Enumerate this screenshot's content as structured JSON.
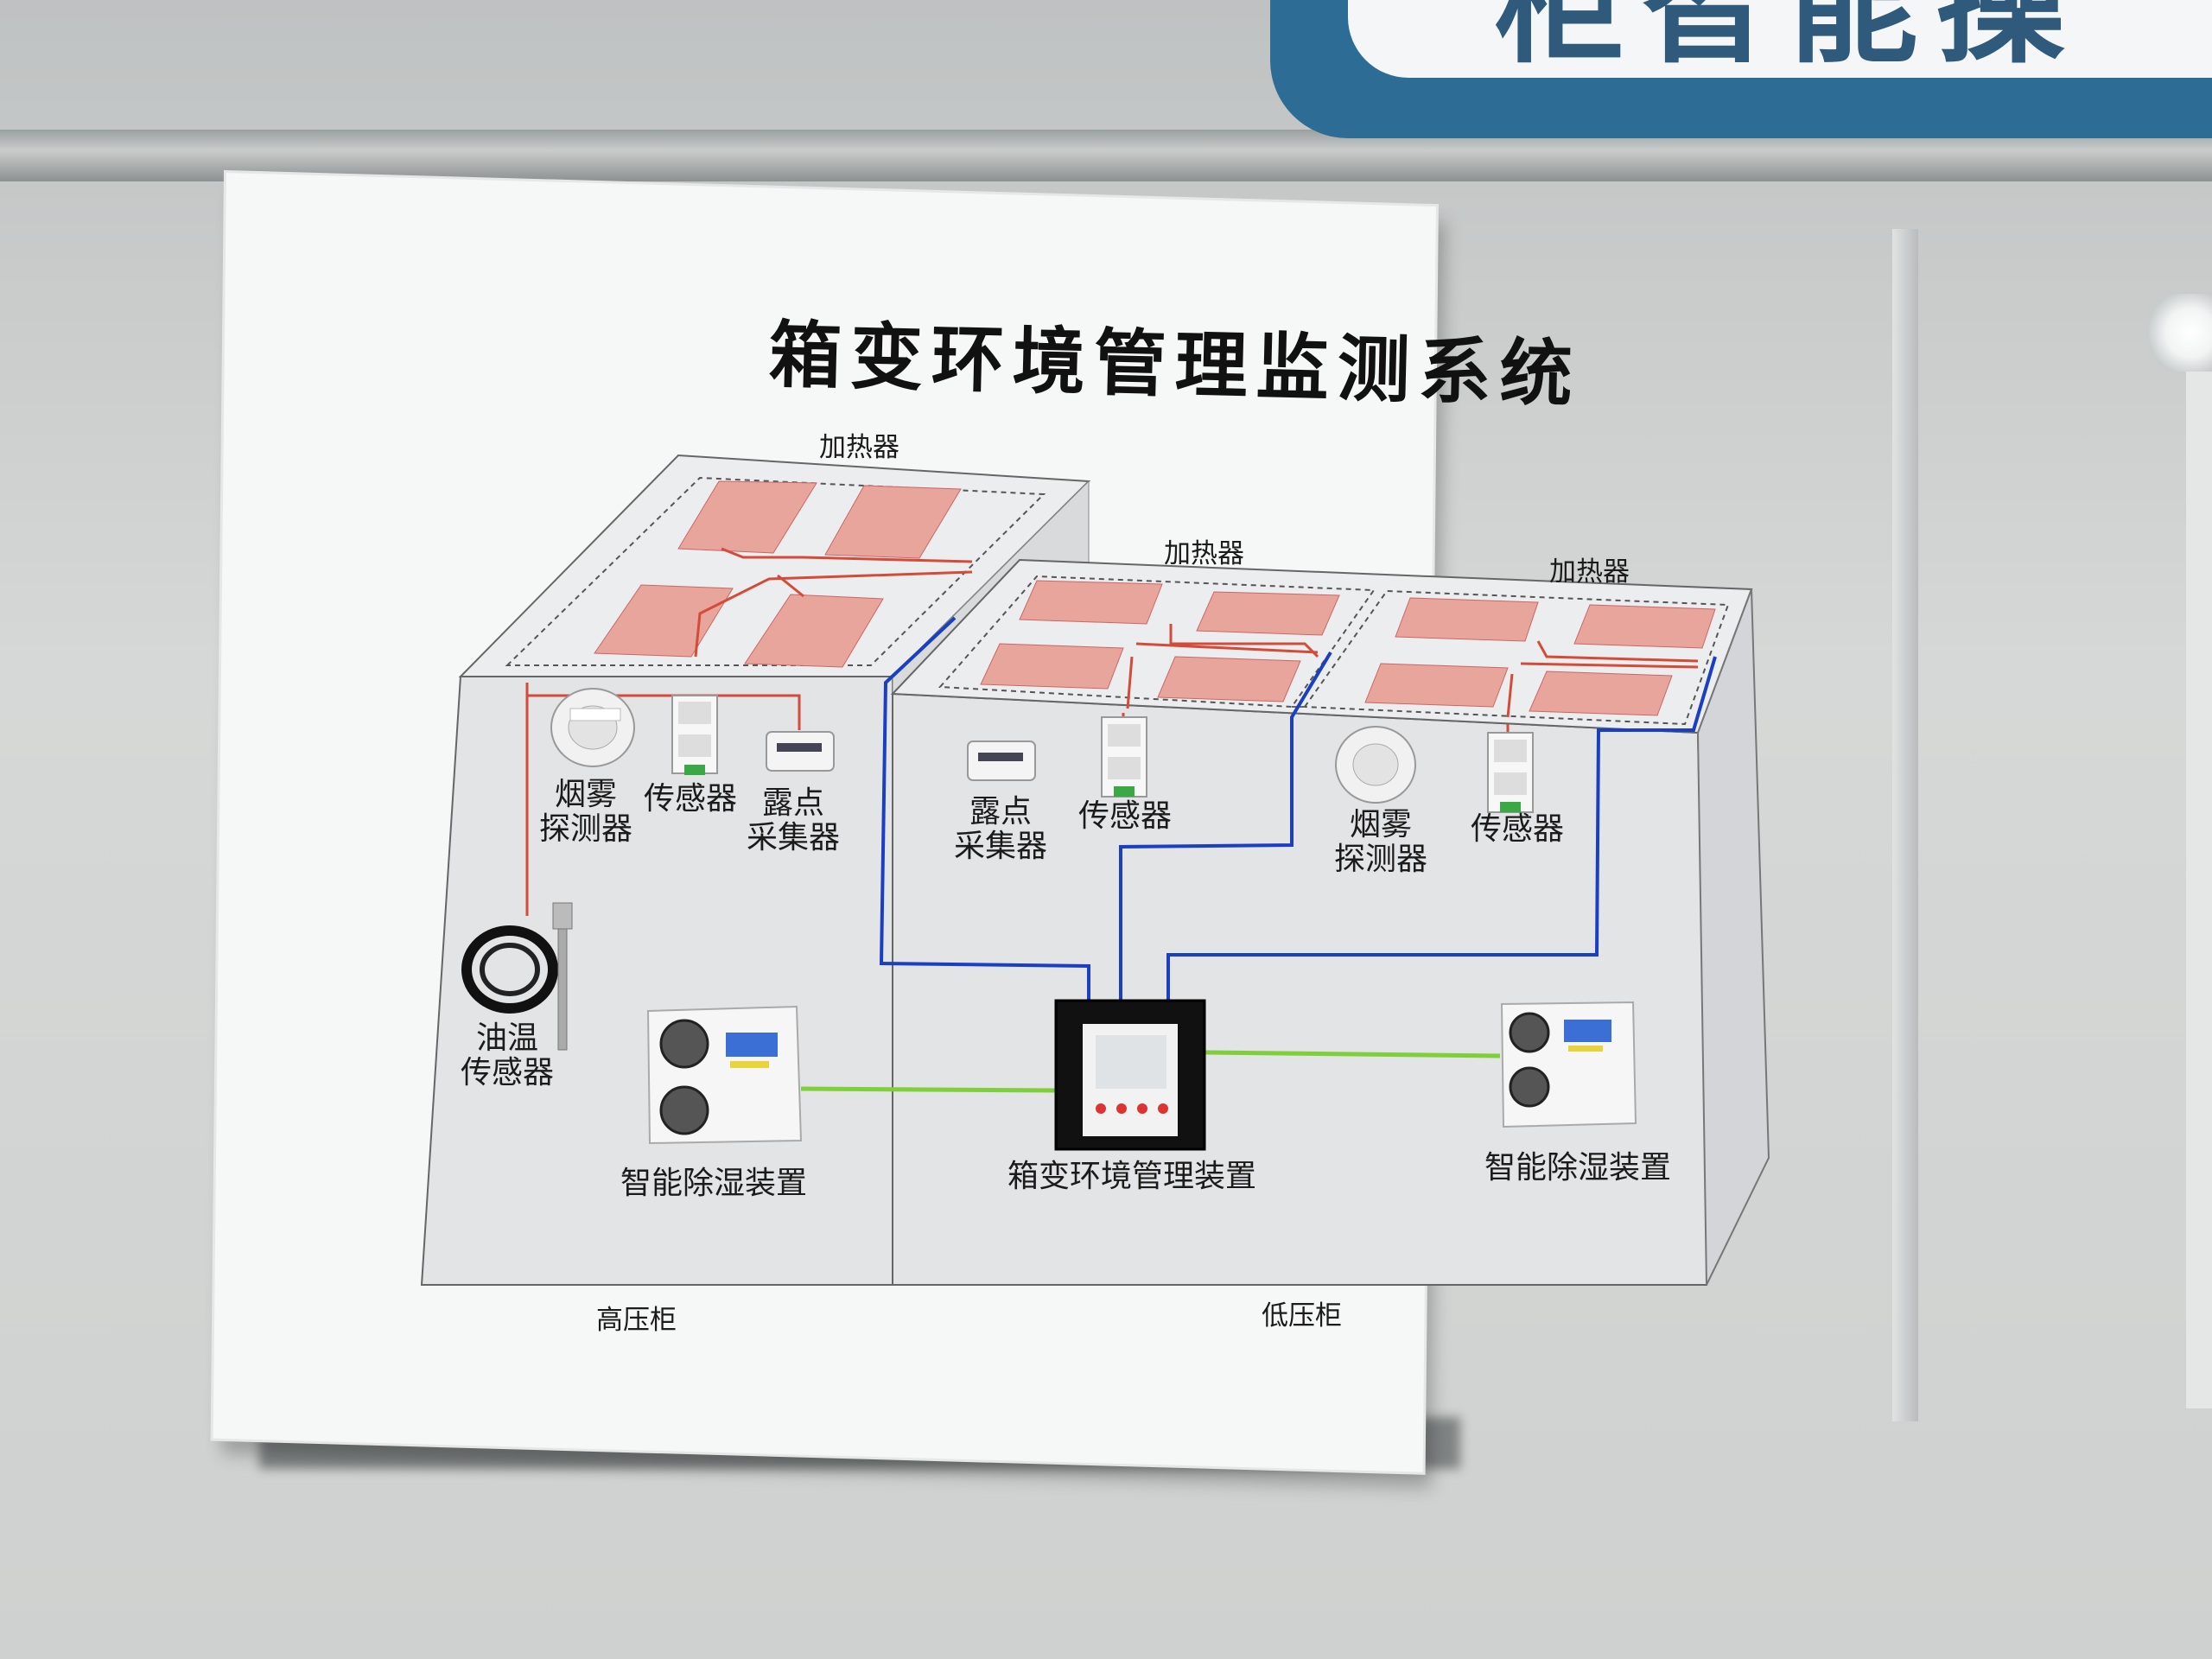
{
  "title": "箱变环境管理监测系统",
  "banner_text": "柜智能操",
  "heaters": [
    "加热器",
    "加热器",
    "加热器"
  ],
  "hv_cabinet": {
    "smoke_detector": "烟雾\n探测器",
    "sensor": "传感器",
    "dew_point": "露点\n采集器",
    "oil_temp": "油温\n传感器",
    "dehumidifier": "智能除湿装置",
    "name": "高压柜"
  },
  "lv_cabinet": {
    "dew_point": "露点\n采集器",
    "sensor_1": "传感器",
    "smoke_detector": "烟雾\n探测器",
    "sensor_2": "传感器",
    "controller": "箱变环境管理装置",
    "dehumidifier": "智能除湿装置",
    "name": "低压柜"
  },
  "colors": {
    "heater_pad": "#e8a59c",
    "heater_wire": "#d44b3a",
    "signal_wire": "#1a3fc2",
    "green_wire": "#7fcf3a",
    "cabinet_face": "#e3e4e6",
    "cabinet_top": "#ecedef"
  },
  "icons": [
    "smoke-detector-icon",
    "sensor-icon",
    "dew-point-collector-icon",
    "oil-temp-probe-icon",
    "dehumidifier-icon",
    "controller-icon"
  ]
}
